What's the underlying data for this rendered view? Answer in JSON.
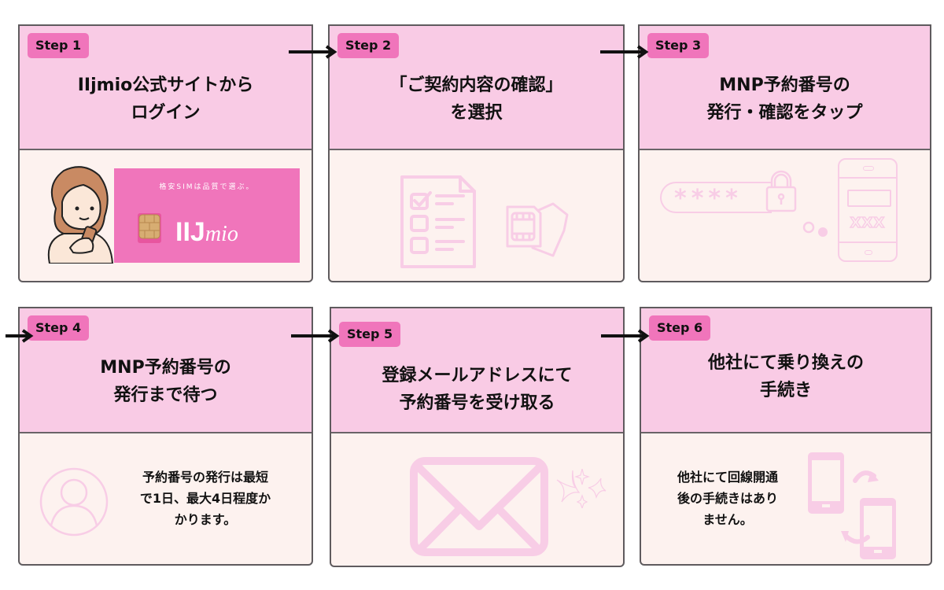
{
  "colors": {
    "header_bg": "#f9cbe5",
    "body_bg": "#fdf2ef",
    "badge_bg": "#f075bb",
    "icon_pink": "#f8cde6",
    "border": "#5f5b5e"
  },
  "steps": [
    {
      "badge": "Step 1",
      "title_line1": "IIjmio公式サイトから",
      "title_line2": "ログイン",
      "illustration": "woman-with-phone-and-iijmio-banner",
      "banner_tagline": "格安SIMは品質で選ぶ。",
      "banner_logo_main": "IIJ",
      "banner_logo_sub": "mio"
    },
    {
      "badge": "Step 2",
      "title_line1": "「ご契約内容の確認」",
      "title_line2": "を選択",
      "illustration": "checklist-document-and-sim-cards"
    },
    {
      "badge": "Step 3",
      "title_line1": "MNP予約番号の",
      "title_line2": "発行・確認をタップ",
      "illustration": "password-lock-and-smartphone",
      "password_mask": "****",
      "phone_code": "XXX"
    },
    {
      "badge": "Step 4",
      "title_line1": "MNP予約番号の",
      "title_line2": "発行まで待つ",
      "illustration": "user-avatar",
      "desc_lines": [
        "予約番号の発行は最短",
        "で1日、最大4日程度か",
        "かります。"
      ]
    },
    {
      "badge": "Step 5",
      "title_line1": "登録メールアドレスにて",
      "title_line2": "予約番号を受け取る",
      "illustration": "envelope-with-sparkles"
    },
    {
      "badge": "Step 6",
      "title_line1": "他社にて乗り換えの",
      "title_line2": "手続き",
      "illustration": "two-phones-swap",
      "desc_lines": [
        "他社にて回線開通",
        "後の手続きはあり",
        "ません。"
      ]
    }
  ]
}
